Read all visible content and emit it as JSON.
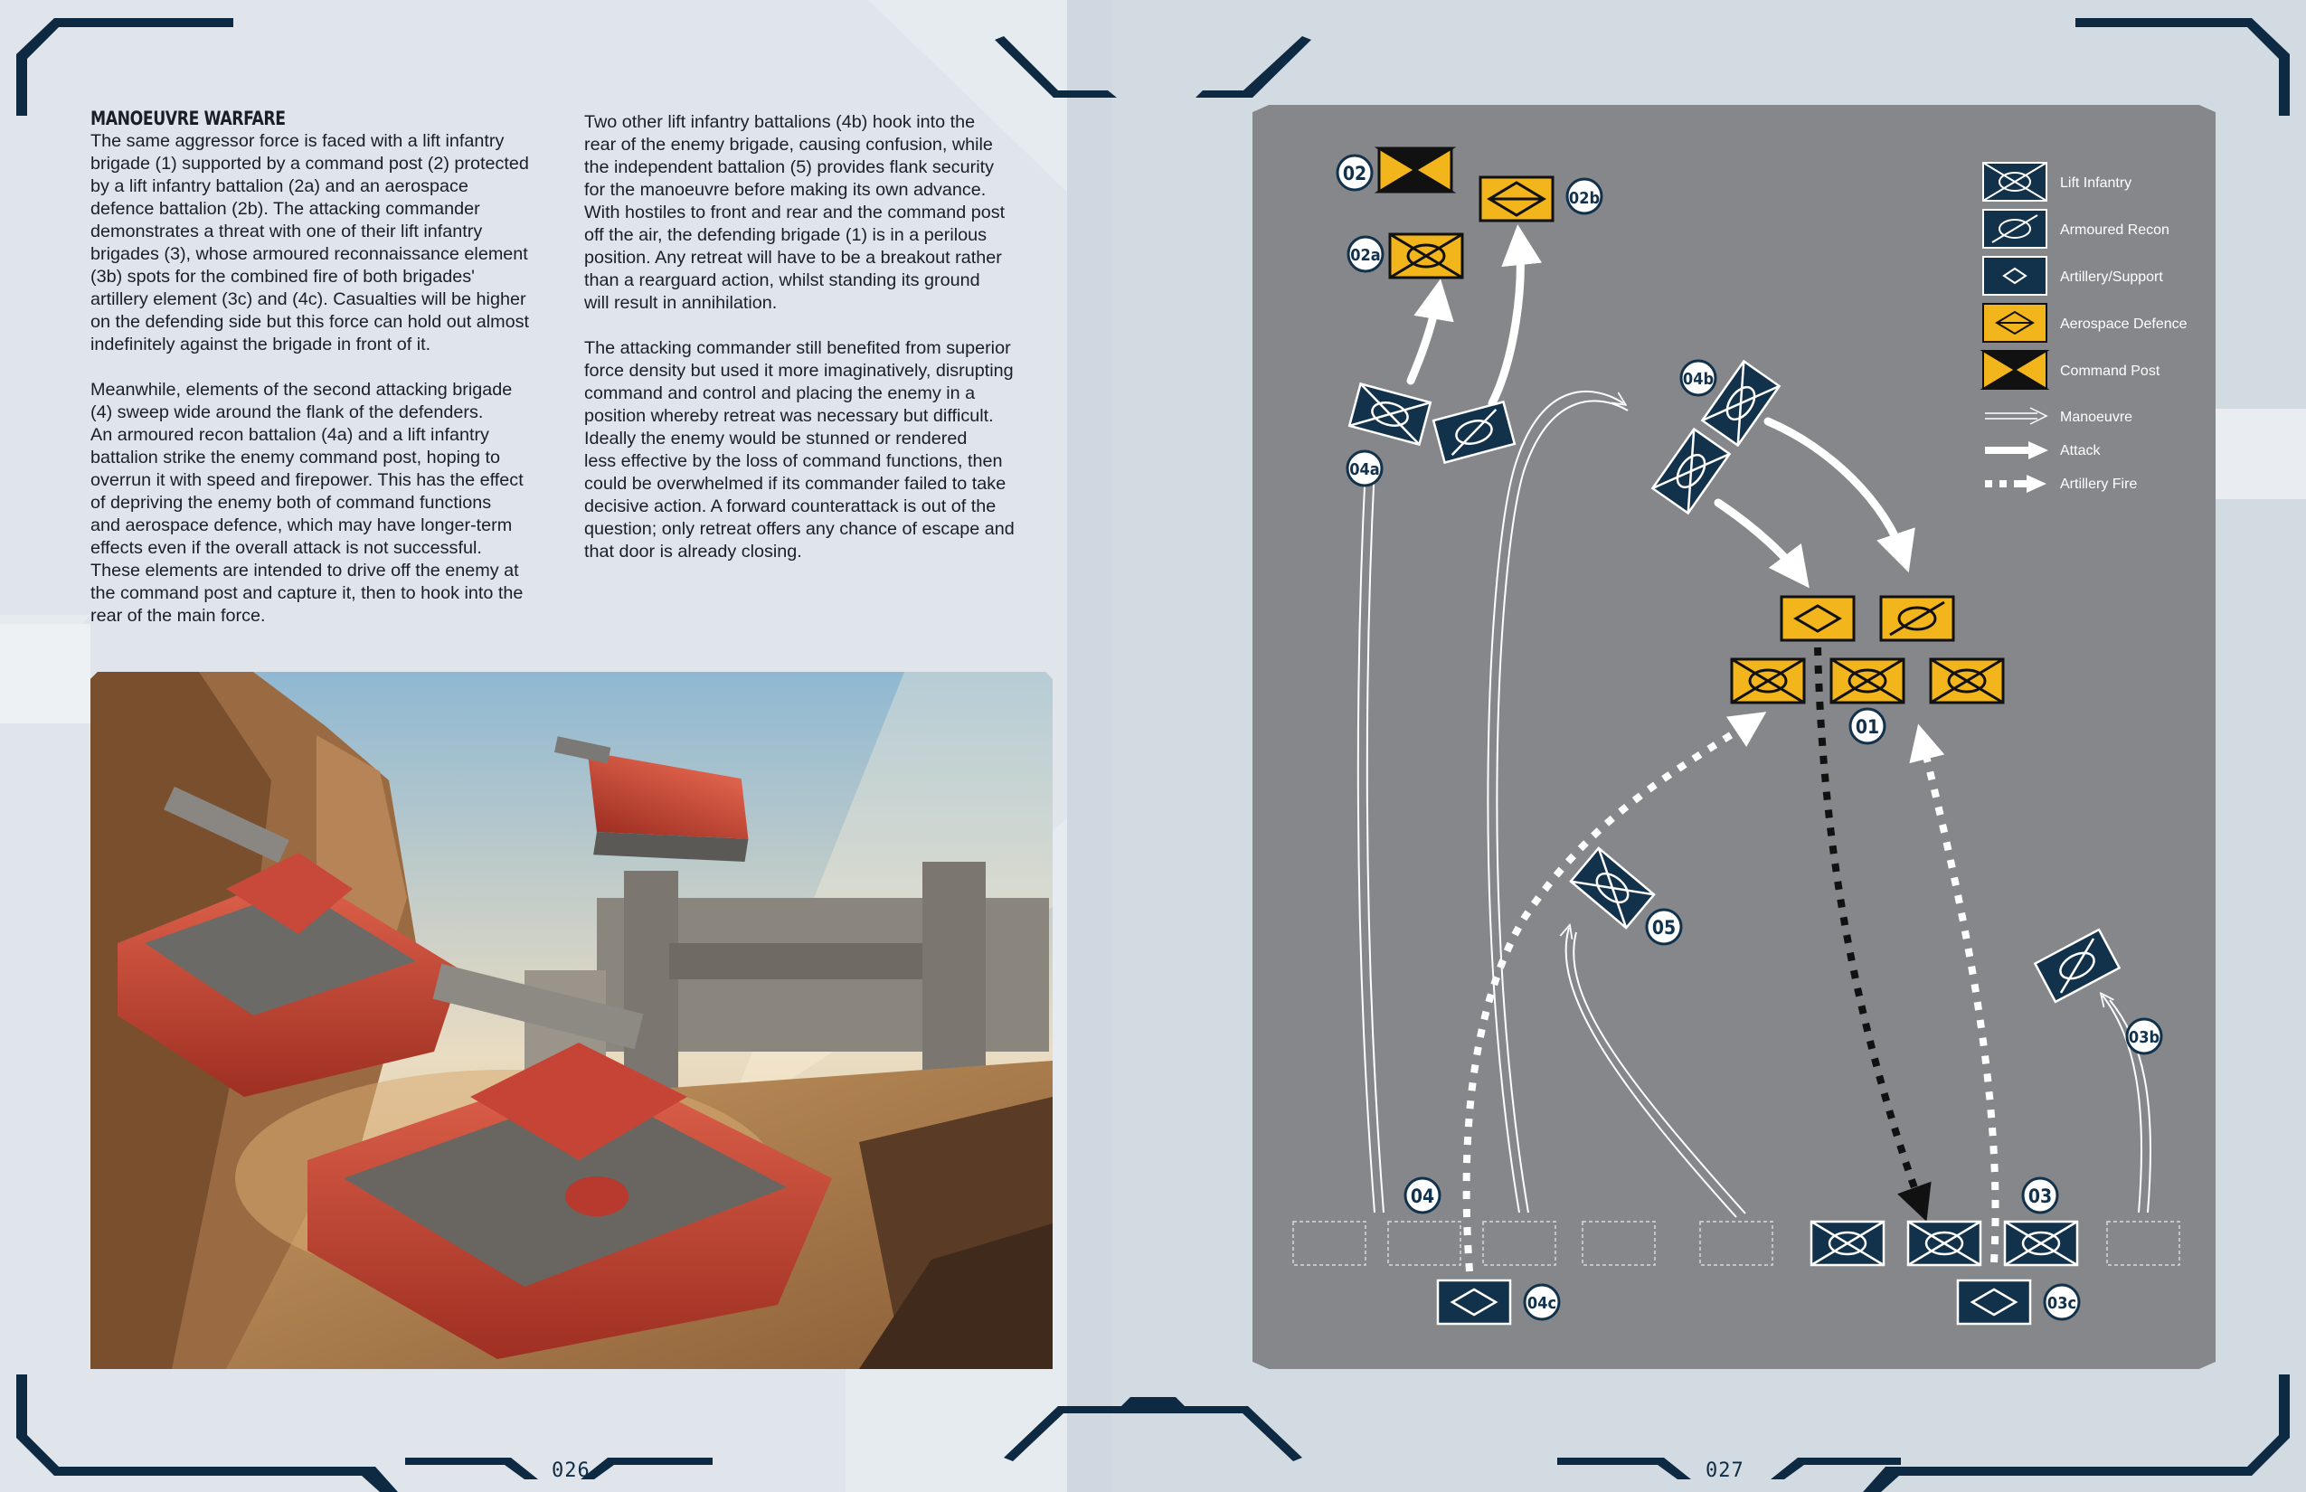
{
  "left_page": {
    "heading": "MANOEUVRE WARFARE",
    "column_left": [
      "The same aggressor force is faced with a lift infantry\nbrigade (1) supported by a command post (2) protected\nby a lift infantry battalion (2a) and an aerospace\ndefence battalion (2b). The attacking commander\ndemonstrates a threat with one of their lift infantry\nbrigades (3), whose armoured reconnaissance element\n(3b) spots for the combined fire of both brigades'\nartillery element (3c) and (4c). Casualties will be higher\non the defending side but this force can hold out almost\nindefinitely against the brigade in front of it.",
      "Meanwhile, elements of the second attacking brigade\n(4) sweep wide around the flank of the defenders.\nAn armoured recon battalion (4a) and a lift infantry\nbattalion strike the enemy command post, hoping to\noverrun it with speed and firepower. This has the effect\nof depriving the enemy both of command functions\nand aerospace defence, which may have longer-term\neffects even if the overall attack is not successful.\nThese elements are intended to drive off the enemy at\nthe command post and capture it, then to hook into the\nrear of the main force."
    ],
    "column_right": [
      "Two other lift infantry battalions (4b) hook into the\nrear of the enemy brigade, causing confusion, while\nthe independent battalion (5) provides flank security\nfor the manoeuvre before making its own advance.\nWith hostiles to front and rear and the command post\noff the air, the defending brigade (1) is in a perilous\nposition. Any retreat will have to be a breakout rather\nthan a rearguard action, whilst standing its ground\nwill result in annihilation.",
      "The attacking commander still benefited from superior\nforce density but used it more imaginatively, disrupting\ncommand and control and placing the enemy in a\nposition whereby retreat was necessary but difficult.\nIdeally the enemy would be stunned or rendered\nless effective by the loss of command functions, then\ncould be overwhelmed if its commander failed to take\ndecisive action. A forward counterattack is out of the\nquestion; only retreat offers any chance of escape and\nthat door is already closing."
    ],
    "page_number": "026"
  },
  "right_page": {
    "page_number": "027"
  },
  "diagram": {
    "legend": [
      {
        "label": "Lift Infantry",
        "symbol": "lift-infantry-icon"
      },
      {
        "label": "Armoured Recon",
        "symbol": "armoured-recon-icon"
      },
      {
        "label": "Artillery/Support",
        "symbol": "artillery-support-icon"
      },
      {
        "label": "Aerospace Defence",
        "symbol": "aerospace-defence-icon"
      },
      {
        "label": "Command Post",
        "symbol": "command-post-icon"
      },
      {
        "label": "Manoeuvre",
        "symbol": "manoeuvre-arrow-icon"
      },
      {
        "label": "Attack",
        "symbol": "attack-arrow-icon"
      },
      {
        "label": "Artillery Fire",
        "symbol": "artillery-fire-arrow-icon"
      }
    ],
    "unit_labels": {
      "u02": "02",
      "u02a": "02a",
      "u02b": "02b",
      "u04a": "04a",
      "u04b": "04b",
      "u01": "01",
      "u05": "05",
      "u03b": "03b",
      "u04": "04",
      "u03": "03",
      "u04c": "04c",
      "u03c": "03c"
    },
    "colors": {
      "attacker": "#12314a",
      "defender": "#f2b51c",
      "map_ground": "#85878a",
      "frame_accent": "#0d2a42"
    }
  }
}
